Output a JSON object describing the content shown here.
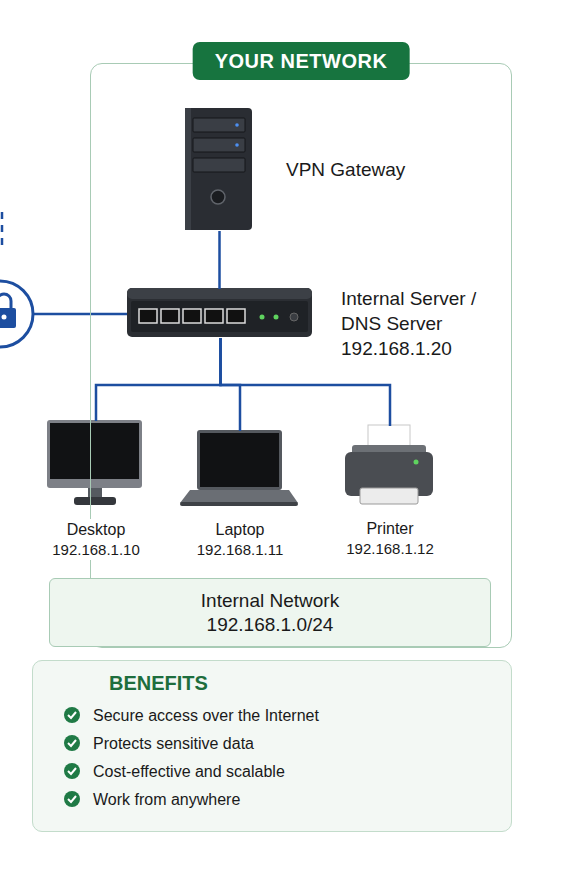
{
  "diagram": {
    "nodes": [
      {
        "text": [
          "YOUR NETWORK"
        ]
      },
      {
        "text": [
          "VPN Gateway"
        ],
        "in": 0
      },
      {
        "text": [
          "Internal Server / DNS Server",
          "192.168.1.20"
        ],
        "in": 0
      },
      {
        "text": [
          "Desktop",
          "192.168.1.10"
        ],
        "in": 0
      },
      {
        "text": [
          "Laptop",
          "192.168.1.11"
        ],
        "in": 0
      },
      {
        "text": [
          "Printer",
          "192.168.1.12"
        ],
        "in": 0
      },
      {
        "text": [
          "Internal Network",
          "192.168.1.0/24"
        ],
        "in": 0
      },
      {
        "text": [
          "BENEFITS",
          "Secure access over the Internet",
          "Protects sensitive data",
          "Cost-effective and scalable",
          "Work from anywhere"
        ]
      }
    ],
    "edges": [
      {
        "from": 1,
        "to": 2,
        "arrow": "none"
      },
      {
        "from": 2,
        "to": 3,
        "arrow": "none"
      },
      {
        "from": 2,
        "to": 4,
        "arrow": "none"
      },
      {
        "from": 2,
        "to": 5,
        "arrow": "none"
      }
    ]
  }
}
